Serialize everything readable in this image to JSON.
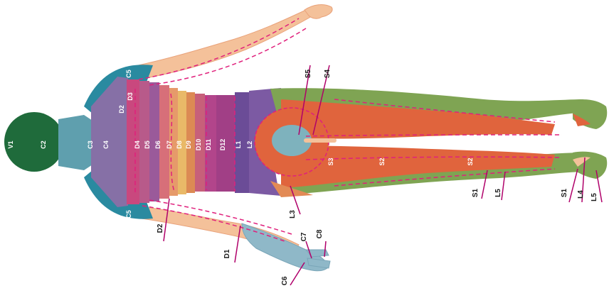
{
  "figure": {
    "segments_on_body": [
      {
        "key": "v1",
        "text": "V1"
      },
      {
        "key": "c2",
        "text": "C2"
      },
      {
        "key": "c3",
        "text": "C3"
      },
      {
        "key": "c4",
        "text": "C4"
      },
      {
        "key": "c5_top",
        "text": "C5"
      },
      {
        "key": "c5_bottom",
        "text": "C5"
      },
      {
        "key": "d2_upper",
        "text": "D2"
      },
      {
        "key": "d3",
        "text": "D3"
      },
      {
        "key": "d4",
        "text": "D4"
      },
      {
        "key": "d5",
        "text": "D5"
      },
      {
        "key": "d6",
        "text": "D6"
      },
      {
        "key": "d7",
        "text": "D7"
      },
      {
        "key": "d8",
        "text": "D8"
      },
      {
        "key": "d9",
        "text": "D9"
      },
      {
        "key": "d10",
        "text": "D10"
      },
      {
        "key": "d11",
        "text": "D11"
      },
      {
        "key": "d12",
        "text": "D12"
      },
      {
        "key": "l1",
        "text": "L1"
      },
      {
        "key": "l2",
        "text": "L2"
      },
      {
        "key": "s3",
        "text": "S3"
      },
      {
        "key": "s2_upper",
        "text": "S2"
      },
      {
        "key": "s2_lower",
        "text": "S2"
      }
    ],
    "callouts": [
      {
        "key": "s5",
        "text": "S5"
      },
      {
        "key": "s4",
        "text": "S4"
      },
      {
        "key": "l3",
        "text": "L3"
      },
      {
        "key": "d2_lower",
        "text": "D2"
      },
      {
        "key": "d1",
        "text": "D1"
      },
      {
        "key": "c6",
        "text": "C6"
      },
      {
        "key": "c7",
        "text": "C7"
      },
      {
        "key": "c8",
        "text": "C8"
      },
      {
        "key": "s1_thigh",
        "text": "S1"
      },
      {
        "key": "l5_thigh",
        "text": "L5"
      },
      {
        "key": "s1_foot",
        "text": "S1"
      },
      {
        "key": "l4_foot",
        "text": "L4"
      },
      {
        "key": "l5_foot",
        "text": "L5"
      }
    ]
  },
  "colors": {
    "skin": "#f4c19a",
    "skin_shadow": "#e9a27a",
    "head": "#1f6b3b",
    "neck": "#5f9fae",
    "shoulder": "#2a8aa0",
    "d2": "#8670a6",
    "d3": "#c9487e",
    "d4": "#b85a8a",
    "d5": "#9a5a9a",
    "d6": "#d76f79",
    "d7": "#e69a6a",
    "d8": "#e9b968",
    "d9": "#dc8a54",
    "d10": "#c7607a",
    "d11": "#b2458b",
    "d12": "#a13f86",
    "l1": "#6b4c97",
    "l2": "#7c5aa3",
    "l3": "#e28a55",
    "sacral": "#e0643d",
    "l5": "#7fa453",
    "s5": "#7eb2bd",
    "hand": "#8fb8c8",
    "dashed": "#e0207c",
    "callout": "#b0006a"
  }
}
